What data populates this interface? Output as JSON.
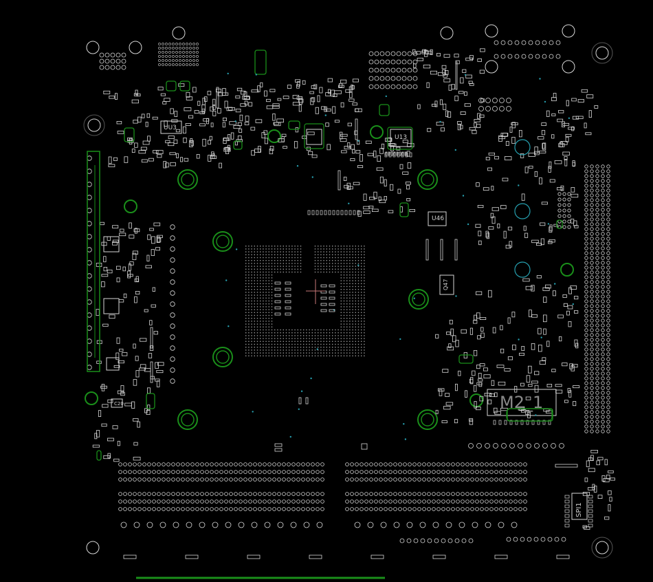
{
  "labels": {
    "uu3": "UU3",
    "u13": "U13",
    "u46": "U46",
    "m2_1": "M2_1",
    "spi1": "SPI1",
    "q47": "Q47",
    "c20": "C20"
  },
  "colors": {
    "background": "#000000",
    "silkscreen": "#d8d8d8",
    "copper": "#1a8f1a",
    "via": "#26a0b0",
    "crosshair": "#c87878"
  }
}
